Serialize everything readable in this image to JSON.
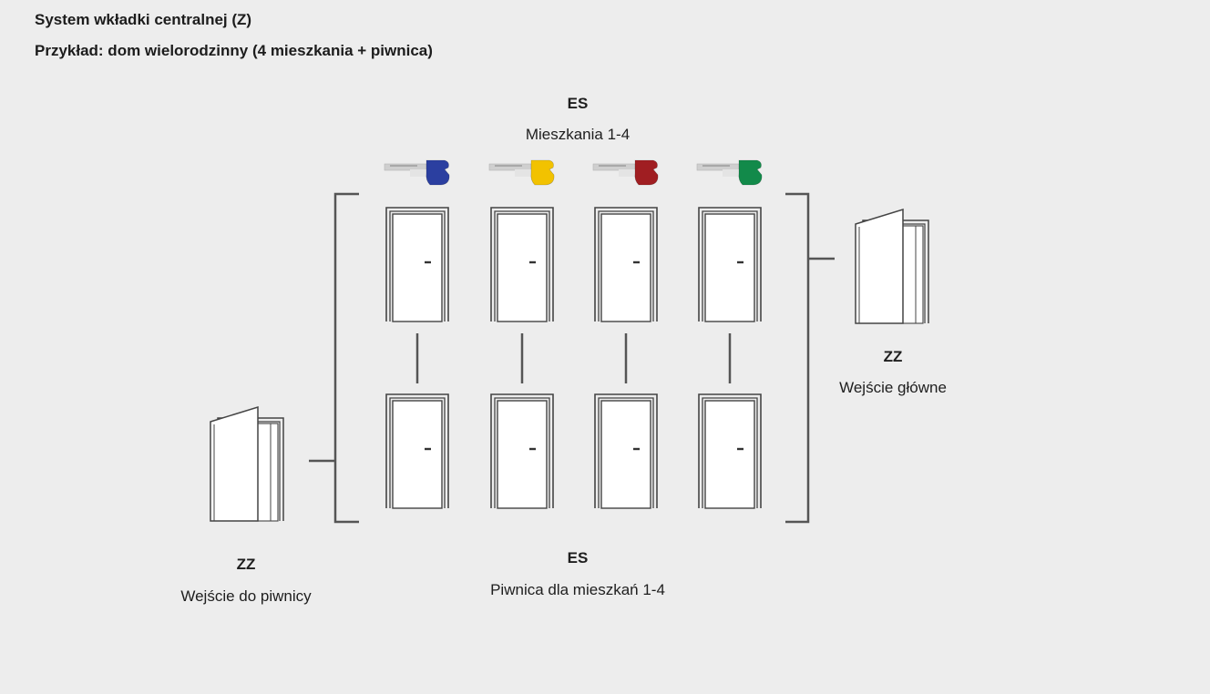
{
  "title": "System wkładki centralnej (Z)",
  "subtitle": "Przykład: dom wielorodzinny (4 mieszkania + piwnica)",
  "apartments": {
    "code": "ES",
    "label": "Mieszkania 1-4",
    "key_colors": [
      "#2b3fa0",
      "#f2c200",
      "#a01e22",
      "#128a4a"
    ]
  },
  "cellar_doors": {
    "code": "ES",
    "label": "Piwnica dla mieszkań 1-4"
  },
  "main_entrance": {
    "code": "ZZ",
    "label": "Wejście główne"
  },
  "cellar_entrance": {
    "code": "ZZ",
    "label": "Wejście do piwnicy"
  },
  "colors": {
    "background": "#ededed",
    "line": "#555555",
    "door_outline": "#444444"
  }
}
